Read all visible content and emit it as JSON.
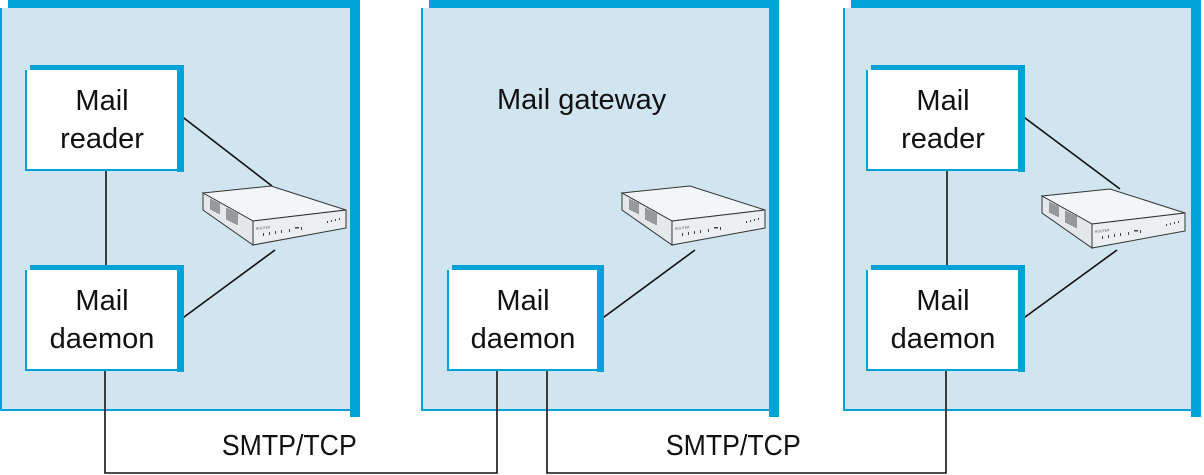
{
  "colors": {
    "panel_fill": "#d0e5f0",
    "panel_edge": "#00a2d8",
    "box_fill": "#ffffff",
    "wire": "#111111"
  },
  "hosts": [
    {
      "id": "left-host",
      "reader": {
        "line1": "Mail",
        "line2": "reader"
      },
      "daemon": {
        "line1": "Mail",
        "line2": "daemon"
      },
      "router_icon": "router-icon",
      "router_label": "ROUTER"
    },
    {
      "id": "gateway",
      "title": "Mail gateway",
      "daemon": {
        "line1": "Mail",
        "line2": "daemon"
      },
      "router_icon": "router-icon",
      "router_label": "ROUTER"
    },
    {
      "id": "right-host",
      "reader": {
        "line1": "Mail",
        "line2": "reader"
      },
      "daemon": {
        "line1": "Mail",
        "line2": "daemon"
      },
      "router_icon": "router-icon",
      "router_label": "ROUTER"
    }
  ],
  "links": [
    {
      "label": "SMTP/TCP",
      "from": "left-host.daemon",
      "to": "gateway.daemon"
    },
    {
      "label": "SMTP/TCP",
      "from": "gateway.daemon",
      "to": "right-host.daemon"
    }
  ]
}
